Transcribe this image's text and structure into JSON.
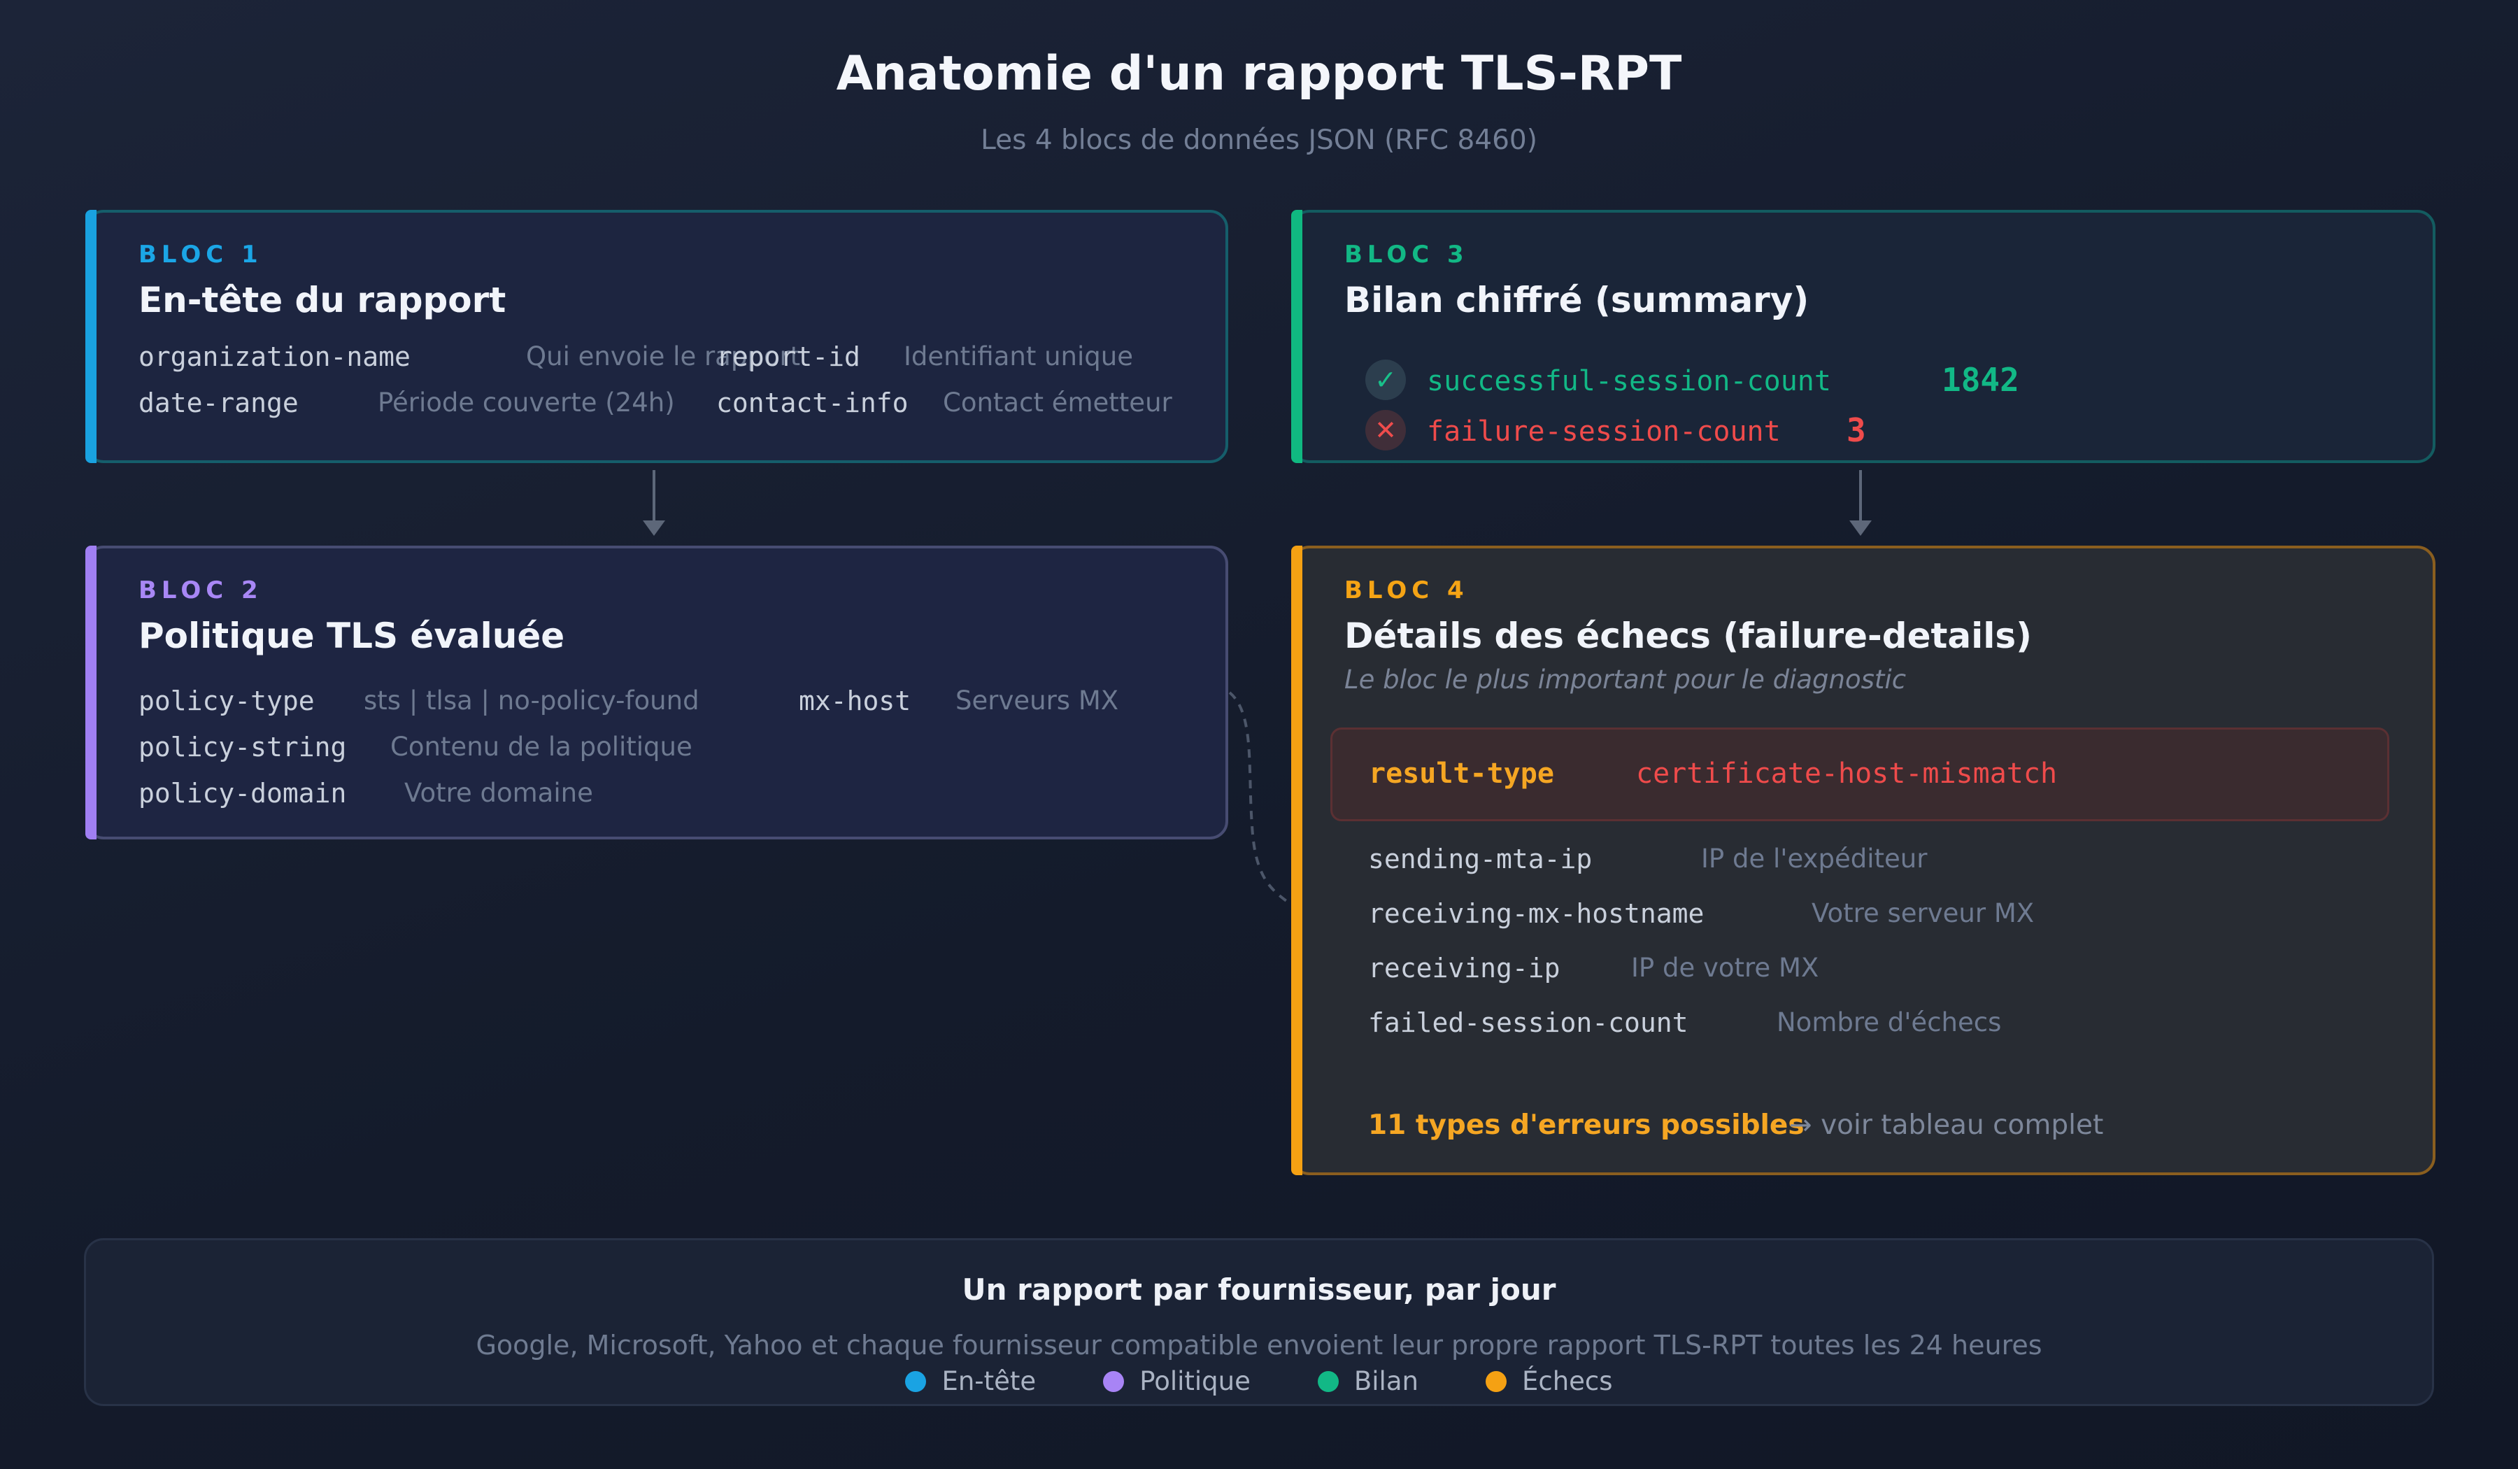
{
  "header": {
    "title": "Anatomie d'un rapport TLS-RPT",
    "subtitle": "Les 4 blocs de données JSON (RFC 8460)"
  },
  "bloc1": {
    "tag": "BLOC 1",
    "title": "En-tête du rapport",
    "fields": [
      {
        "key": "organization-name",
        "desc": "Qui envoie le rapport"
      },
      {
        "key": "report-id",
        "desc": "Identifiant unique"
      },
      {
        "key": "date-range",
        "desc": "Période couverte (24h)"
      },
      {
        "key": "contact-info",
        "desc": "Contact émetteur"
      }
    ]
  },
  "bloc2": {
    "tag": "BLOC 2",
    "title": "Politique TLS évaluée",
    "fields": [
      {
        "key": "policy-type",
        "desc": "sts | tlsa | no-policy-found"
      },
      {
        "key": "mx-host",
        "desc": "Serveurs MX"
      },
      {
        "key": "policy-string",
        "desc": "Contenu de la politique"
      },
      {
        "key": "policy-domain",
        "desc": "Votre domaine"
      }
    ]
  },
  "bloc3": {
    "tag": "BLOC 3",
    "title": "Bilan chiffré (summary)",
    "success": {
      "label": "successful-session-count",
      "value": 1842,
      "icon": "check-icon"
    },
    "failure": {
      "label": "failure-session-count",
      "value": 3,
      "icon": "cross-icon"
    }
  },
  "bloc4": {
    "tag": "BLOC 4",
    "title": "Détails des échecs (failure-details)",
    "subtitle": "Le bloc le plus important pour le diagnostic",
    "result": {
      "key": "result-type",
      "value": "certificate-host-mismatch"
    },
    "fields": [
      {
        "key": "sending-mta-ip",
        "desc": "IP de l'expéditeur"
      },
      {
        "key": "receiving-mx-hostname",
        "desc": "Votre serveur MX"
      },
      {
        "key": "receiving-ip",
        "desc": "IP de votre MX"
      },
      {
        "key": "failed-session-count",
        "desc": "Nombre d'échecs"
      }
    ],
    "error_count": "11 types d'erreurs possibles",
    "link": "→ voir tableau complet"
  },
  "footer": {
    "title": "Un rapport par fournisseur, par jour",
    "description": "Google, Microsoft, Yahoo et chaque fournisseur compatible envoient leur propre rapport TLS-RPT toutes les 24 heures",
    "legend": [
      {
        "label": "En-tête",
        "color": "#1aa3e3"
      },
      {
        "label": "Politique",
        "color": "#a884f5"
      },
      {
        "label": "Bilan",
        "color": "#12b886"
      },
      {
        "label": "Échecs",
        "color": "#f5a113"
      }
    ]
  }
}
